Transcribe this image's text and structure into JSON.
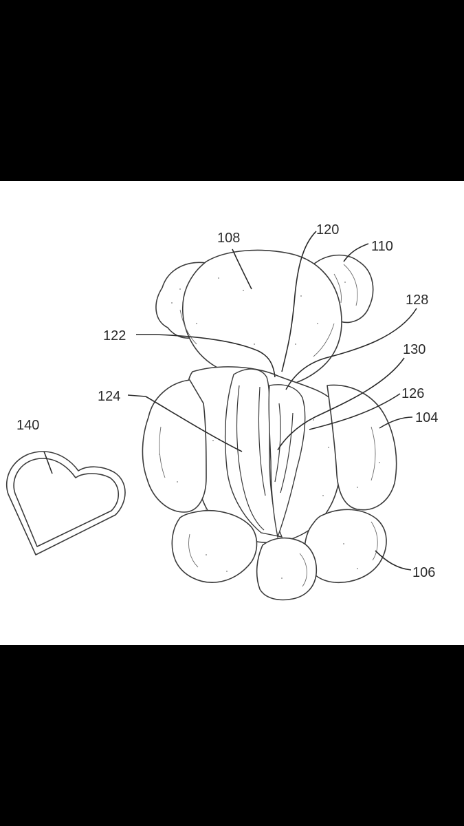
{
  "labels": {
    "ref_108": "108",
    "ref_120": "120",
    "ref_110": "110",
    "ref_128": "128",
    "ref_122": "122",
    "ref_130": "130",
    "ref_124": "124",
    "ref_126": "126",
    "ref_104": "104",
    "ref_140": "140",
    "ref_106": "106"
  },
  "colors": {
    "background_bands": "#000000",
    "panel": "#ffffff",
    "line_art": "#3a3a3a"
  }
}
